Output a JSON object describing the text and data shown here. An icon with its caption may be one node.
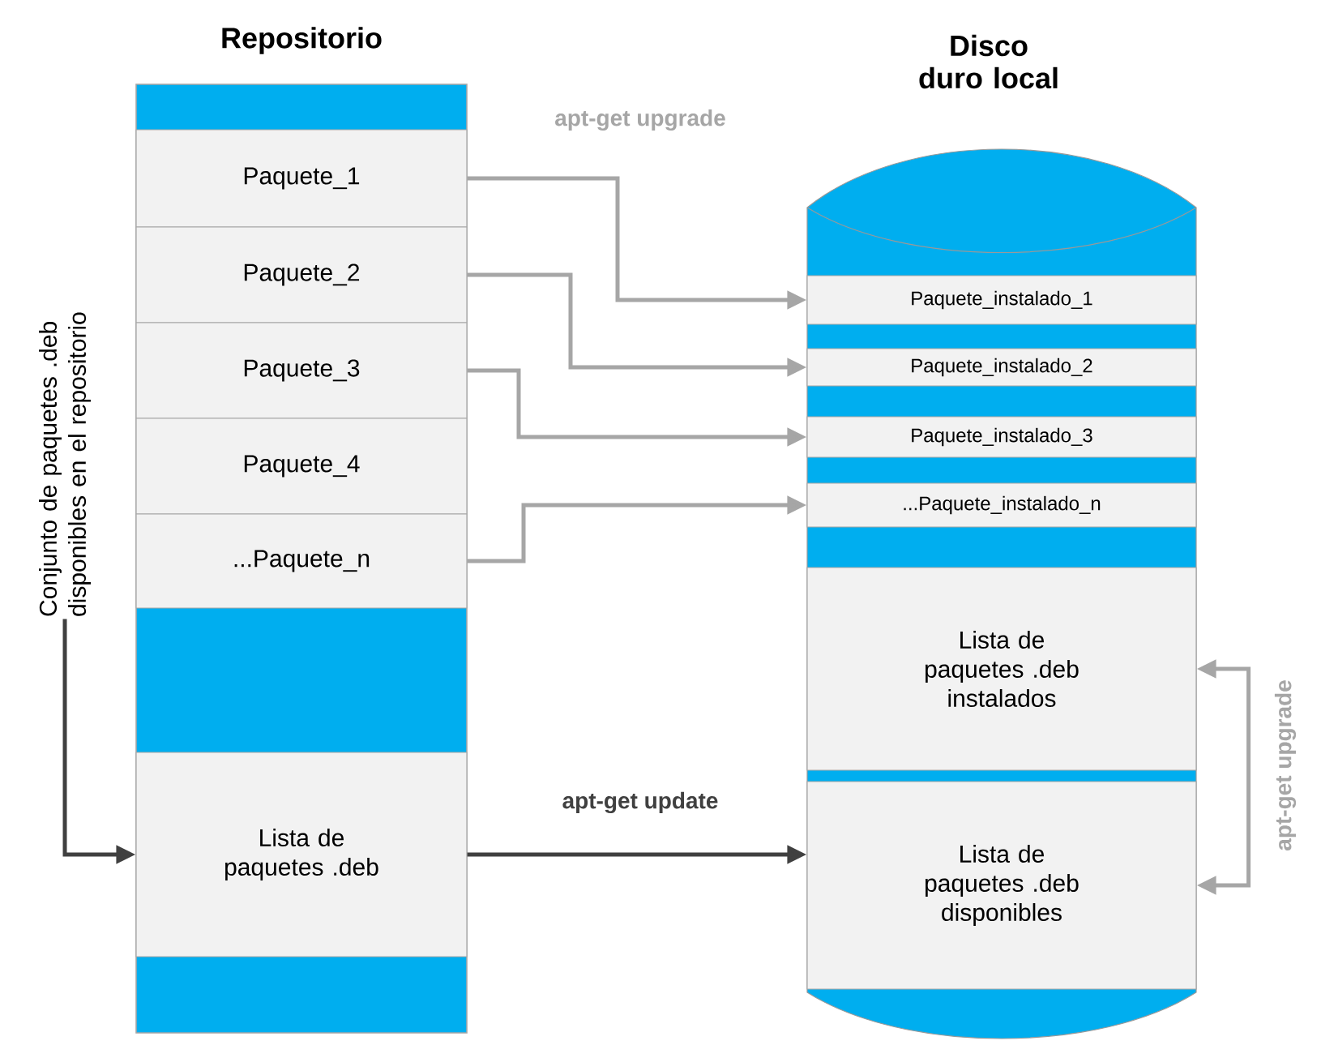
{
  "diagram": {
    "nodes": [
      {
        "text": [
          "Repositorio"
        ]
      },
      {
        "text": [
          "Paquete_1"
        ],
        "in": 0
      },
      {
        "text": [
          "Paquete_2"
        ],
        "in": 0
      },
      {
        "text": [
          "Paquete_3"
        ],
        "in": 0
      },
      {
        "text": [
          "Paquete_4"
        ],
        "in": 0
      },
      {
        "text": [
          "...Paquete_n"
        ],
        "in": 0
      },
      {
        "text": [
          "Lista de paquetes .deb"
        ],
        "in": 0
      },
      {
        "text": [
          "Disco duro local"
        ]
      },
      {
        "text": [
          "Paquete_instalado_1"
        ],
        "in": 7
      },
      {
        "text": [
          "Paquete_instalado_2"
        ],
        "in": 7
      },
      {
        "text": [
          "Paquete_instalado_3"
        ],
        "in": 7
      },
      {
        "text": [
          "...Paquete_instalado_n"
        ],
        "in": 7
      },
      {
        "text": [
          "Lista de paquetes .deb instalados"
        ],
        "in": 7
      },
      {
        "text": [
          "Lista de paquetes .deb disponibles"
        ],
        "in": 7
      },
      {
        "text": [
          "Conjunto de paquetes .deb disponibles en el repositorio"
        ]
      }
    ],
    "edges": [
      {
        "from": 1,
        "to": 8,
        "arrow": "to"
      },
      {
        "from": 2,
        "to": 9,
        "arrow": "to"
      },
      {
        "from": 3,
        "to": 10,
        "arrow": "to"
      },
      {
        "from": 5,
        "to": 11,
        "arrow": "to"
      },
      {
        "from": 6,
        "to": 13,
        "arrow": "to",
        "label": "apt-get update",
        "color": "#404040"
      },
      {
        "from": 13,
        "to": 12,
        "arrow": "both",
        "label": "apt-get upgrade"
      },
      {
        "from": 14,
        "to": 6,
        "arrow": "to",
        "color": "#404040"
      }
    ],
    "labels": [
      "apt-get upgrade"
    ]
  }
}
